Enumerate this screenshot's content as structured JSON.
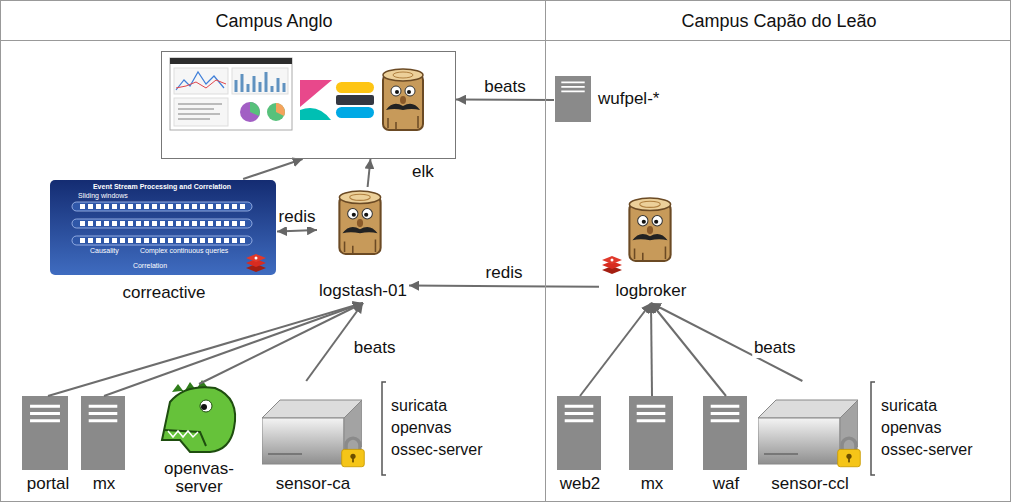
{
  "diagram": {
    "nodes": [
      {
        "text": [
          "Campus Anglo"
        ]
      },
      {
        "text": [
          "Campus Capão do Leão"
        ]
      },
      {
        "text": [
          "elk"
        ],
        "in": 0
      },
      {
        "text": [
          "wufpel-*"
        ],
        "in": 1
      },
      {
        "text": [
          "correactive"
        ],
        "in": 0
      },
      {
        "text": [
          "logstash-01"
        ],
        "in": 0
      },
      {
        "text": [
          "logbroker"
        ],
        "in": 1
      },
      {
        "text": [
          "portal"
        ],
        "in": 0
      },
      {
        "text": [
          "mx"
        ],
        "in": 0
      },
      {
        "text": [
          "openvas-server"
        ],
        "in": 0
      },
      {
        "text": [
          "sensor-ca",
          "suricata openvas ossec-server"
        ],
        "in": 0
      },
      {
        "text": [
          "web2"
        ],
        "in": 1
      },
      {
        "text": [
          "mx"
        ],
        "in": 1
      },
      {
        "text": [
          "waf"
        ],
        "in": 1
      },
      {
        "text": [
          "sensor-ccl",
          "suricata openvas ossec-server"
        ],
        "in": 1
      }
    ],
    "edges": [
      {
        "from": 3,
        "to": 2,
        "label": "beats",
        "arrow": "to"
      },
      {
        "from": 5,
        "to": 2,
        "arrow": "to"
      },
      {
        "from": 4,
        "to": 2,
        "arrow": "to"
      },
      {
        "from": 4,
        "to": 5,
        "label": "redis",
        "arrow": "both"
      },
      {
        "from": 6,
        "to": 5,
        "label": "redis",
        "arrow": "to"
      },
      {
        "from": 7,
        "to": 5,
        "arrow": "to"
      },
      {
        "from": 8,
        "to": 5,
        "arrow": "to"
      },
      {
        "from": 9,
        "to": 5,
        "arrow": "to"
      },
      {
        "from": 10,
        "to": 5,
        "label": "beats",
        "arrow": "to"
      },
      {
        "from": 11,
        "to": 6,
        "arrow": "to"
      },
      {
        "from": 12,
        "to": 6,
        "arrow": "to"
      },
      {
        "from": 13,
        "to": 6,
        "arrow": "to"
      },
      {
        "from": 14,
        "to": 6,
        "label": "beats",
        "arrow": "to"
      }
    ],
    "labels": [
      "Event Stream Processing and Correlation",
      "Sliding windows",
      "Causality",
      "Complex continuous queries",
      "Correlation"
    ]
  }
}
